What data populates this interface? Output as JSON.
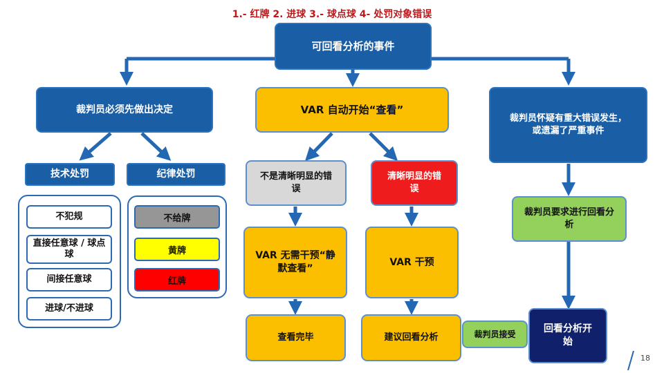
{
  "header": "1.- 红牌  2. 进球  3.- 球点球  4- 处罚对象错误",
  "top": "可回看分析的事件",
  "left": {
    "title": "裁判员必须先做出决定",
    "technical": {
      "label": "技术处罚",
      "items": [
        "不犯规",
        "直接任意球 / 球点球",
        "间接任意球",
        "进球/不进球"
      ]
    },
    "disciplinary": {
      "label": "纪律处罚",
      "cards": [
        "不给牌",
        "黄牌",
        "红牌"
      ]
    }
  },
  "center": {
    "title": "VAR 自动开始“查看”",
    "not_clear": "不是清晰明显的错误",
    "clear": "清晰明显的错误",
    "no_intervene": "VAR 无需干预“静默查看”",
    "intervene": "VAR 干预",
    "review_done": "查看完毕",
    "recommend": "建议回看分析"
  },
  "right": {
    "suspect": "裁判员怀疑有重大错误发生，或遗漏了严重事件",
    "request": "裁判员要求进行回看分析",
    "accept": "裁判员接受",
    "start": "回看分析开始"
  },
  "page_number": "18",
  "colors": {
    "blue": "#1a5ea6",
    "orange": "#fbbf00",
    "red": "#ee1c1c",
    "green": "#93d05c",
    "navy": "#10206a",
    "gray": "#d8d8d8",
    "yellow_card": "#ffff00",
    "gray_card": "#969696",
    "header_red": "#c0171a"
  }
}
